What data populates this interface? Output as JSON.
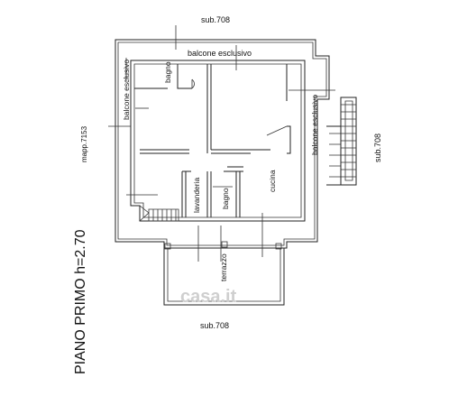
{
  "title": "PIANO PRIMO h=2.70",
  "neighbors": {
    "top": "sub.708",
    "bottom": "sub.708",
    "right": "sub.708",
    "left": "mapp.7153"
  },
  "rooms": {
    "balcone_top": "balcone esclusivo",
    "balcone_left": "balcone esclusivo",
    "balcone_right": "balcone esclusivo",
    "bagno_top": "bagno",
    "lavanderia": "lavanderia",
    "bagno_bottom": "bagno",
    "cucina": "cucina",
    "terrazzo": "terrazzo"
  },
  "watermark": "casa.it"
}
